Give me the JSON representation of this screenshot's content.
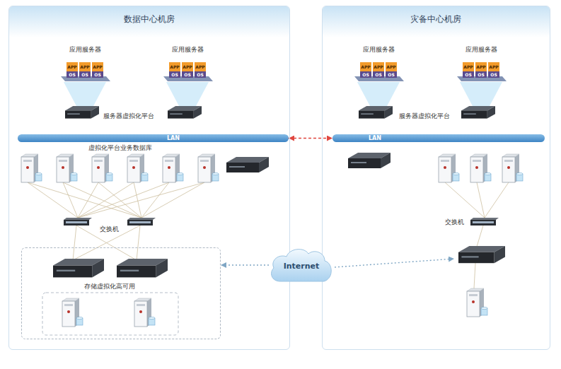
{
  "diagram": {
    "nodes": [
      {
        "text": [
          "数据中心机房"
        ]
      },
      {
        "text": [
          "LAN"
        ],
        "in": 0
      },
      {
        "text": [
          "存储虚拟化高可用"
        ],
        "in": 0
      },
      {
        "text": [
          "Internet"
        ]
      },
      {
        "text": [
          "灾备中心机房"
        ]
      },
      {
        "text": [
          "LAN"
        ],
        "in": 4
      }
    ],
    "edges": [
      {
        "from": 1,
        "to": 5,
        "arrow": "both"
      },
      {
        "from": 3,
        "to": 2,
        "arrow": "to"
      }
    ],
    "labels": [
      "应用服务器",
      "应用服务器",
      "应用服务器",
      "应用服务器",
      "APP",
      "OS",
      "APP",
      "OS",
      "APP",
      "OS",
      "APP",
      "OS",
      "APP",
      "OS",
      "APP",
      "OS",
      "APP",
      "OS",
      "APP",
      "OS",
      "APP",
      "OS",
      "APP",
      "OS",
      "APP",
      "OS",
      "APP",
      "OS",
      "服务器虚拟化平台",
      "服务器虚拟化平台",
      "虚拟化平台业务数据库",
      "交换机",
      "交换机"
    ]
  }
}
